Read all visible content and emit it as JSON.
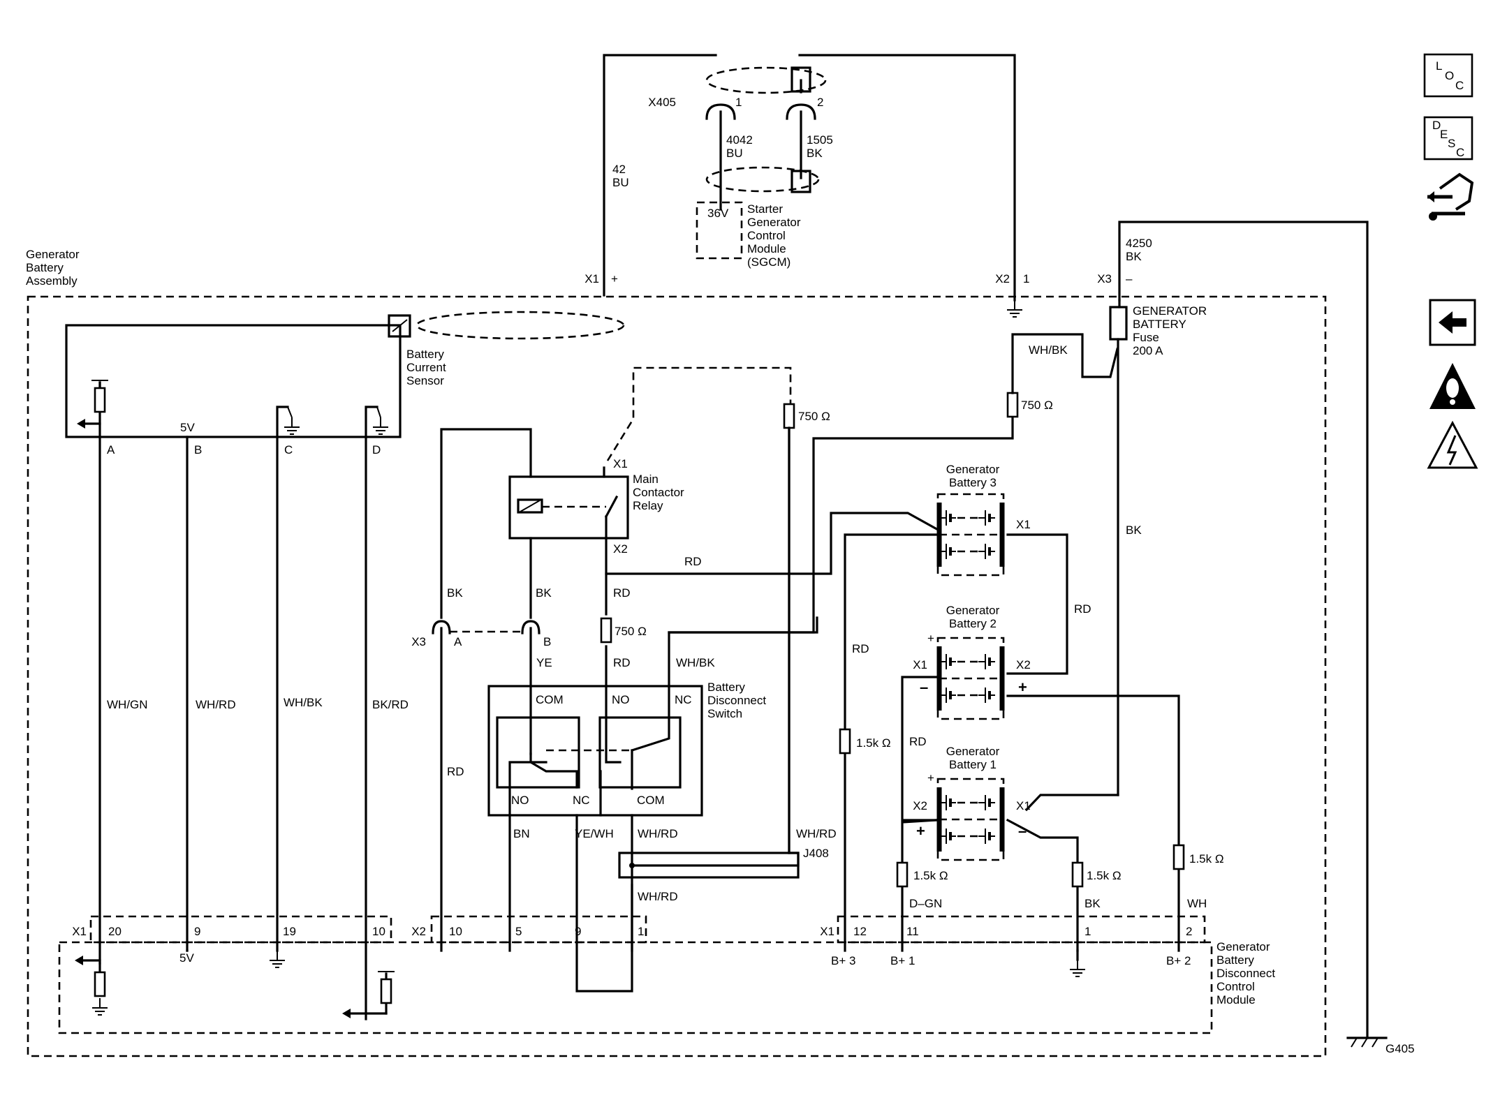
{
  "connector_top": {
    "name": "X405",
    "pin1": "1",
    "pin2": "2",
    "wire1_circuit": "4042",
    "wire1_color": "BU",
    "wire2_circuit": "1505",
    "wire2_color": "BK"
  },
  "sgcm": {
    "voltage": "36V",
    "line1": "Starter",
    "line2": "Generator",
    "line3": "Control",
    "line4": "Module",
    "line5": "(SGCM)"
  },
  "assembly": {
    "line1": "Generator",
    "line2": "Battery",
    "line3": "Assembly"
  },
  "feeds": {
    "x1": "X1",
    "plus": "+",
    "wire42_circuit": "42",
    "wire42_color": "BU",
    "x2": "X2",
    "x2_pin": "1",
    "x3": "X3",
    "minus": "–",
    "wire4250_circuit": "4250",
    "wire4250_color": "BK"
  },
  "fuse": {
    "line1": "GENERATOR",
    "line2": "BATTERY",
    "line3": "Fuse",
    "line4": "200 A"
  },
  "current_sensor": {
    "line1": "Battery",
    "line2": "Current",
    "line3": "Sensor",
    "five_v": "5V",
    "pin_a": "A",
    "pin_b": "B",
    "pin_c": "C",
    "pin_d": "D"
  },
  "relay": {
    "line1": "Main",
    "line2": "Contactor",
    "line3": "Relay",
    "x1": "X1",
    "x2": "X2"
  },
  "disconnect_switch": {
    "line1": "Battery",
    "line2": "Disconnect",
    "line3": "Switch",
    "com_left": "COM",
    "no_top": "NO",
    "nc_top": "NC",
    "no_bottom": "NO",
    "nc_bottom": "NC",
    "com_bottom": "COM"
  },
  "resistors": {
    "r750_a": "750 Ω",
    "r750_b": "750 Ω",
    "r750_c": "750 Ω",
    "r1k5_a": "1.5k Ω",
    "r1k5_b": "1.5k Ω",
    "r1k5_c": "1.5k Ω",
    "r1k5_d": "1.5k Ω"
  },
  "wires": {
    "wh_gn": "WH/GN",
    "wh_rd": "WH/RD",
    "wh_bk": "WH/BK",
    "bk_rd": "BK/RD",
    "bk_a": "BK",
    "bk_b": "BK",
    "rd_relay": "RD",
    "rd_x2": "RD",
    "rd_switch": "RD",
    "rd_left": "RD",
    "ye": "YE",
    "wh_bk_switch": "WH/BK",
    "wh_bk_top": "WH/BK",
    "bn": "BN",
    "ye_wh": "YE/WH",
    "wh_rd_switch": "WH/RD",
    "wh_rd_j408": "WH/RD",
    "wh_rd_bottom": "WH/RD",
    "rd_b3": "RD",
    "rd_b1": "RD",
    "rd_b2": "RD",
    "bk_right": "BK",
    "d_gn": "D–GN",
    "bk_bottom": "BK",
    "wh": "WH"
  },
  "connector_x3_switch": {
    "name": "X3",
    "pin_a": "A",
    "pin_b": "B"
  },
  "splice": "J408",
  "batteries": {
    "b3": {
      "line1": "Generator",
      "line2": "Battery 3",
      "x1": "X1"
    },
    "b2": {
      "line1": "Generator",
      "line2": "Battery 2",
      "x1": "X1",
      "x2": "X2",
      "plus_small": "+",
      "minus": "–",
      "plus": "+"
    },
    "b1": {
      "line1": "Generator",
      "line2": "Battery 1",
      "x1": "X1",
      "x2": "X2",
      "plus_small": "+",
      "plus": "+",
      "minus": "–"
    }
  },
  "module_connectors": {
    "x1_left": "X1",
    "x1_left_pins": [
      "20",
      "9",
      "19",
      "10"
    ],
    "x2": "X2",
    "x2_pins": [
      "10",
      "5",
      "9",
      "1"
    ],
    "x1_right": "X1",
    "x1_right_pins": [
      "12",
      "11",
      "1",
      "2"
    ],
    "five_v": "5V",
    "b_plus_3": "B+ 3",
    "b_plus_1": "B+ 1",
    "b_plus_2": "B+ 2"
  },
  "module": {
    "line1": "Generator",
    "line2": "Battery",
    "line3": "Disconnect",
    "line4": "Control",
    "line5": "Module"
  },
  "ground": "G405",
  "sidebar": {
    "loc_l": "L",
    "loc_o": "O",
    "loc_c": "C",
    "desc_d": "D",
    "desc_e": "E",
    "desc_s": "S",
    "desc_c": "C"
  }
}
